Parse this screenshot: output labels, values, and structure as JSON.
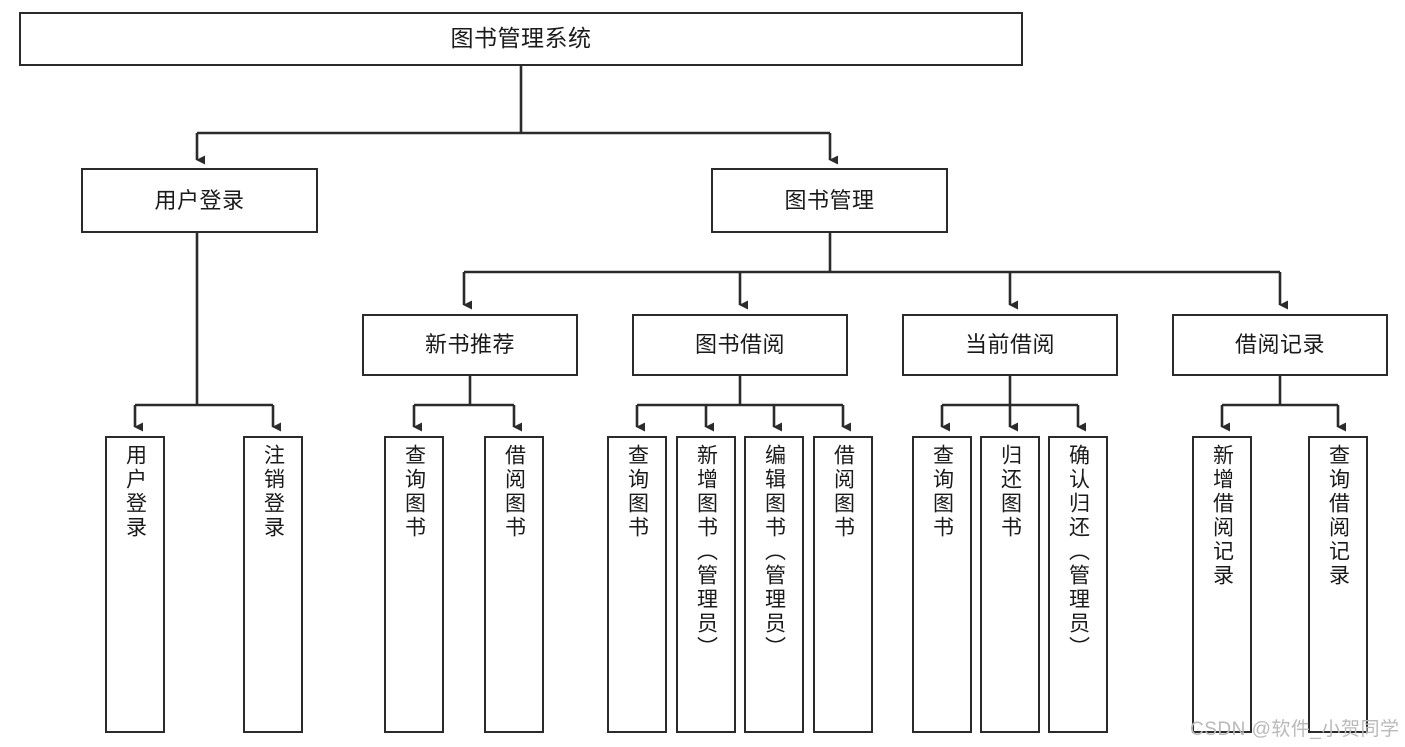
{
  "diagram": {
    "title": "图书管理系统",
    "type": "tree-hierarchy",
    "watermark": "CSDN @软件_小贺同学",
    "colors": {
      "box_border": "#2b2b2b",
      "box_fill": "#ffffff",
      "connector": "#2b2b2b",
      "text": "#1a1a1a",
      "watermark": "#b9b9b9",
      "background": "#ffffff"
    },
    "root": {
      "label": "图书管理系统"
    },
    "level2": [
      {
        "label": "用户登录"
      },
      {
        "label": "图书管理"
      }
    ],
    "level3": [
      {
        "label": "新书推荐"
      },
      {
        "label": "图书借阅"
      },
      {
        "label": "当前借阅"
      },
      {
        "label": "借阅记录"
      }
    ],
    "leaves": {
      "user_login": [
        {
          "label": "用户登录"
        },
        {
          "label": "注销登录"
        }
      ],
      "new_book_recommend": [
        {
          "label": "查询图书"
        },
        {
          "label": "借阅图书"
        }
      ],
      "book_borrow": [
        {
          "label": "查询图书"
        },
        {
          "label": "新增图书（管理员）"
        },
        {
          "label": "编辑图书（管理员）"
        },
        {
          "label": "借阅图书"
        }
      ],
      "current_borrow": [
        {
          "label": "查询图书"
        },
        {
          "label": "归还图书"
        },
        {
          "label": "确认归还（管理员）"
        }
      ],
      "borrow_record": [
        {
          "label": "新增借阅记录"
        },
        {
          "label": "查询借阅记录"
        }
      ]
    }
  }
}
